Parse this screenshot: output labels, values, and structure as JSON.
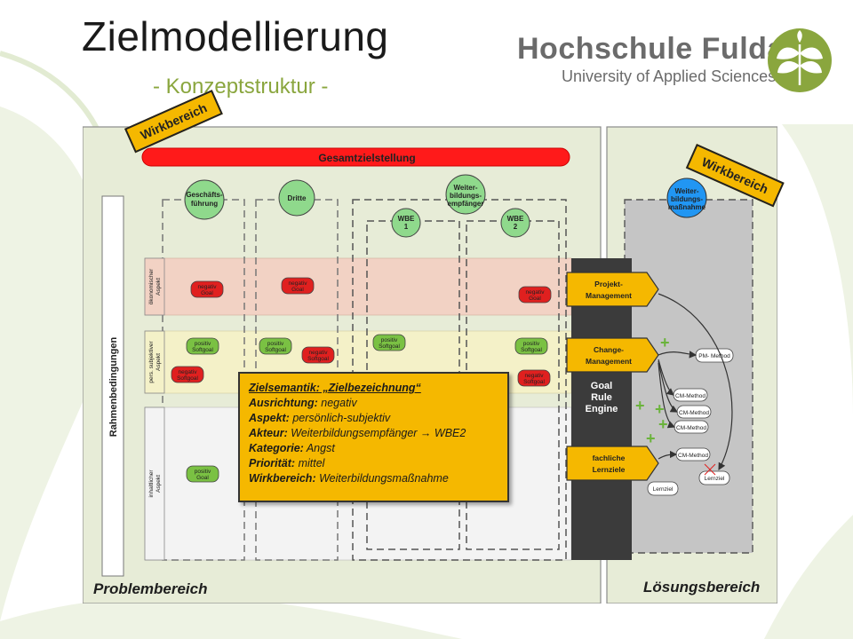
{
  "header": {
    "title": "Zielmodellierung",
    "subtitle": "- Konzeptstruktur -",
    "university_name": "Hochschule Fulda",
    "university_sub": "University of Applied Sciences"
  },
  "colors": {
    "accent_green": "#8aa63e",
    "badge_orange": "#f5b800",
    "goal_bar_red": "#ff1a1a",
    "actor_green": "#8fd98c",
    "actor_blue": "#2196f3",
    "economic_band": "#f2d2c4",
    "subjective_band": "#f4f1c8",
    "engine_dark": "#3b3b3b"
  },
  "zones": {
    "problem": "Problembereich",
    "solution": "Lösungsbereich",
    "wirkbereich_left": "Wirkbereich",
    "wirkbereich_right": "Wirkbereich"
  },
  "goal_bar": "Gesamtzielstellung",
  "rahmen": "Rahmenbedingungen",
  "actors": {
    "gf": [
      "Geschäfts-",
      "führung"
    ],
    "dritte": "Dritte",
    "wbe_group": [
      "Weiter-",
      "bildungs-",
      "empfänger"
    ],
    "wbe1": [
      "WBE",
      "1"
    ],
    "wbe2": [
      "WBE",
      "2"
    ],
    "wbm": [
      "Weiter-",
      "bildungs-",
      "maßnahme"
    ]
  },
  "aspects": {
    "oekonomisch": [
      "ökonomischer",
      "Aspekt"
    ],
    "subjektiv": [
      "pers. subjektiver",
      "Aspekt"
    ],
    "inhaltlich": [
      "inhaltlicher",
      "Aspekt"
    ]
  },
  "goal_pills": {
    "neg_goal": [
      "negativ",
      "Goal"
    ],
    "neg_softgoal": [
      "negativ",
      "Softgoal"
    ],
    "pos_softgoal": [
      "positiv",
      "Softgoal"
    ],
    "pos_goal": [
      "positiv",
      "Goal"
    ]
  },
  "engine": {
    "projekt": [
      "Projekt-",
      "Management"
    ],
    "change": [
      "Change-",
      "Management"
    ],
    "fachlich": [
      "fachliche",
      "Lernziele"
    ],
    "engine_label": [
      "Goal",
      "Rule",
      "Engine"
    ]
  },
  "methods": {
    "pm": "PM- Method",
    "cm": "CM-Method",
    "lernziel": "Lernziel"
  },
  "plus_sign": "+",
  "semantics": {
    "heading": "Zielsemantik: „Zielbezeichnung“",
    "rows": [
      {
        "key": "Ausrichtung:",
        "value": "negativ"
      },
      {
        "key": "Aspekt:",
        "value": "persönlich-subjektiv"
      },
      {
        "key": "Akteur:",
        "value": "Weiterbildungsempfänger  → WBE2"
      },
      {
        "key": "Kategorie:",
        "value": "Angst"
      },
      {
        "key": "Priorität:",
        "value": "mittel"
      },
      {
        "key": "Wirkbereich:",
        "value": "Weiterbildungsmaßnahme"
      }
    ]
  }
}
